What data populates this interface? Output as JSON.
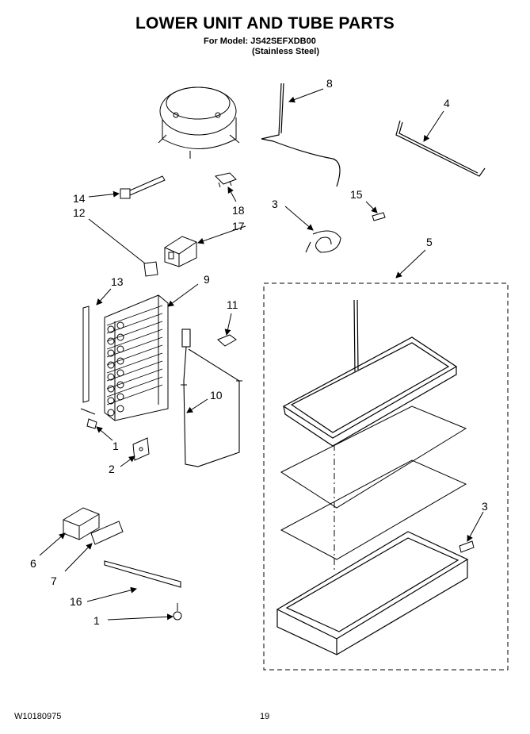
{
  "header": {
    "title": "LOWER UNIT AND TUBE PARTS",
    "model_line": "For Model: JS42SEFXDB00",
    "finish_line": "(Stainless Steel)"
  },
  "footer": {
    "doc_number": "W10180975",
    "page_number": "19"
  },
  "callouts": {
    "c1a": "1",
    "c1b": "1",
    "c2": "2",
    "c3a": "3",
    "c3b": "3",
    "c4": "4",
    "c5": "5",
    "c6": "6",
    "c7": "7",
    "c8": "8",
    "c9": "9",
    "c10": "10",
    "c11": "11",
    "c12": "12",
    "c13": "13",
    "c14": "14",
    "c15": "15",
    "c16": "16",
    "c17": "17",
    "c18": "18"
  }
}
